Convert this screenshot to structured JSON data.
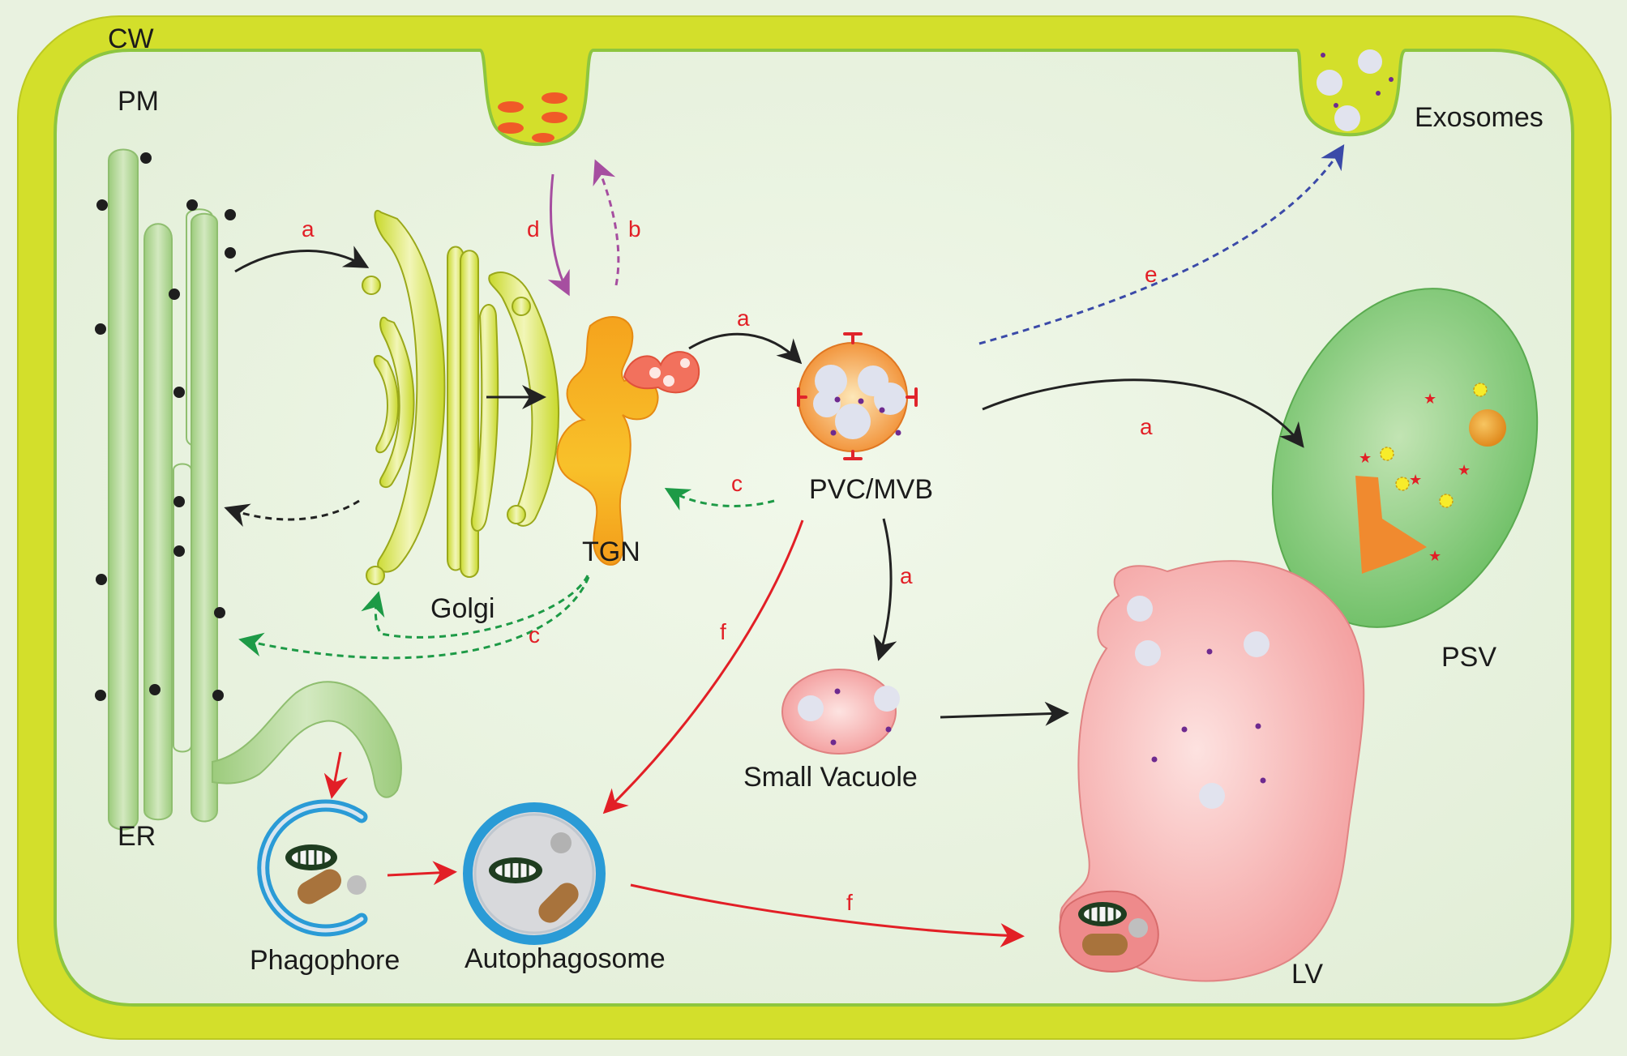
{
  "labels": {
    "cw": "CW",
    "pm": "PM",
    "er": "ER",
    "golgi": "Golgi",
    "tgn": "TGN",
    "pvc": "PVC/MVB",
    "small_vacuole": "Small Vacuole",
    "lv": "LV",
    "psv": "PSV",
    "exosomes": "Exosomes",
    "phagophore": "Phagophore",
    "autophagosome": "Autophagosome"
  },
  "pathway_letters": {
    "a": "a",
    "b": "b",
    "c": "c",
    "d": "d",
    "e": "e",
    "f": "f"
  },
  "colors": {
    "cell_wall": "#d5e02c",
    "cytoplasm": "#e9f3df",
    "er": "#a9d08b",
    "golgi": "#d4e23a",
    "tgn": "#f7a21b",
    "pvc": "#f39a3a",
    "psv": "#6fc06a",
    "lv": "#f3a2a2",
    "autophagy_membrane": "#2a9bd6",
    "pathway_red": "#e21f26",
    "pathway_green": "#1d9a46",
    "pathway_purple": "#a64ea0",
    "pathway_blue": "#3b4aa8"
  }
}
